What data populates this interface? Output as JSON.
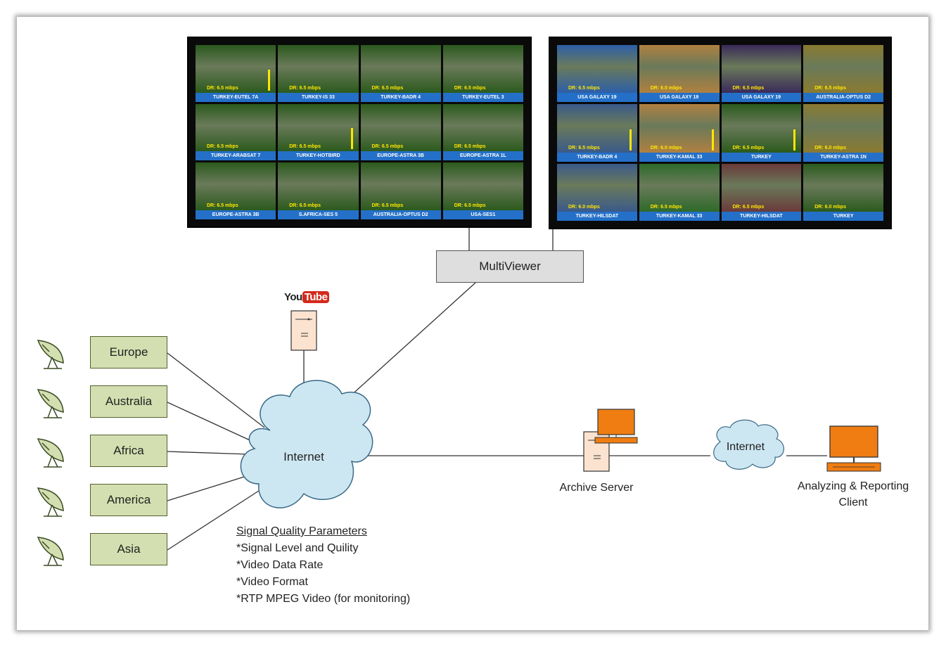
{
  "regions": [
    {
      "label": "Europe"
    },
    {
      "label": "Australia"
    },
    {
      "label": "Africa"
    },
    {
      "label": "America"
    },
    {
      "label": "Asia"
    }
  ],
  "multiviewer": {
    "label": "MultiViewer"
  },
  "internet_main": {
    "label": "Internet"
  },
  "internet_small": {
    "label": "Internet"
  },
  "archive_server": {
    "label": "Archive Server"
  },
  "client": {
    "label": "Analyzing & Reporting\nClient",
    "line1": "Analyzing & Reporting",
    "line2": "Client"
  },
  "youtube": {
    "you": "You",
    "tube": "Tube"
  },
  "signal_quality": {
    "title": "Signal Quality Parameters",
    "items": [
      "*Signal Level and Quility",
      "*Video Data Rate",
      "*Video Format",
      "*RTP MPEG Video (for monitoring)"
    ]
  },
  "monitor_left": {
    "tiles": [
      {
        "caption": "TURKEY-EUTEL 7A",
        "rate": "DR: 6.5 mbps",
        "bar": true
      },
      {
        "caption": "TURKEY-IS 33",
        "rate": "DR: 6.5 mbps",
        "bar": false
      },
      {
        "caption": "TURKEY-BADR 4",
        "rate": "DR: 6.5 mbps",
        "bar": false
      },
      {
        "caption": "TURKEY-EUTEL 3",
        "rate": "DR: 6.5 mbps",
        "bar": false
      },
      {
        "caption": "TURKEY-ARABSAT 7",
        "rate": "DR: 6.5 mbps",
        "bar": false
      },
      {
        "caption": "TURKEY-HOTBIRD",
        "rate": "DR: 6.5 mbps",
        "bar": true
      },
      {
        "caption": "EUROPE-ASTRA 3B",
        "rate": "DR: 6.5 mbps",
        "bar": false
      },
      {
        "caption": "EUROPE-ASTRA 1L",
        "rate": "DR: 6.5 mbps",
        "bar": false
      },
      {
        "caption": "EUROPE-ASTRA 3B",
        "rate": "DR: 6.5 mbps",
        "bar": false
      },
      {
        "caption": "S.AFRICA-SES 5",
        "rate": "DR: 6.5 mbps",
        "bar": false
      },
      {
        "caption": "AUSTRALIA-OPTUS D2",
        "rate": "DR: 6.5 mbps",
        "bar": false
      },
      {
        "caption": "USA-SES1",
        "rate": "DR: 6.5 mbps",
        "bar": false
      }
    ]
  },
  "monitor_right": {
    "tiles": [
      {
        "caption": "USA GALAXY 19",
        "rate": "DR: 6.5 mbps",
        "bar": false,
        "tone": "#2d5fa8"
      },
      {
        "caption": "USA GALAXY 19",
        "rate": "DR: 6.0 mbps",
        "bar": false,
        "tone": "#b08040"
      },
      {
        "caption": "USA GALAXY 19",
        "rate": "DR: 6.5 mbps",
        "bar": false,
        "tone": "#3a2a5a"
      },
      {
        "caption": "AUSTRALIA-OPTUS D2",
        "rate": "DR: 6.5 mbps",
        "bar": false,
        "tone": "#8a7a30"
      },
      {
        "caption": "TURKEY-BADR 4",
        "rate": "DR: 6.5 mbps",
        "bar": true,
        "tone": "#3a5a8a"
      },
      {
        "caption": "TURKEY-KAMAL 33",
        "rate": "DR: 6.0 mbps",
        "bar": true,
        "tone": "#b08040"
      },
      {
        "caption": "TURKEY",
        "rate": "DR: 6.5 mbps",
        "bar": true,
        "tone": "#2b5a1d"
      },
      {
        "caption": "TURKEY-ASTRA 1N",
        "rate": "DR: 6.0 mbps",
        "bar": false,
        "tone": "#8a7a30"
      },
      {
        "caption": "TURKEY-HILSDAT",
        "rate": "DR: 6.0 mbps",
        "bar": false,
        "tone": "#3a5a8a"
      },
      {
        "caption": "TURKEY-KAMAL 33",
        "rate": "DR: 6.5 mbps",
        "bar": false,
        "tone": "#2e6a2a"
      },
      {
        "caption": "TURKEY-HILSDAT",
        "rate": "DR: 6.5 mbps",
        "bar": false,
        "tone": "#6a3a3a"
      },
      {
        "caption": "TURKEY",
        "rate": "DR: 6.0 mbps",
        "bar": false,
        "tone": "#2b5a1d"
      }
    ]
  },
  "colors": {
    "region_fill": "#d3dfb0",
    "cloud_fill": "#cde7f2",
    "computer_screen": "#ef7d12",
    "server_body": "#fbe3d0",
    "caption_bar": "#2470c8"
  }
}
